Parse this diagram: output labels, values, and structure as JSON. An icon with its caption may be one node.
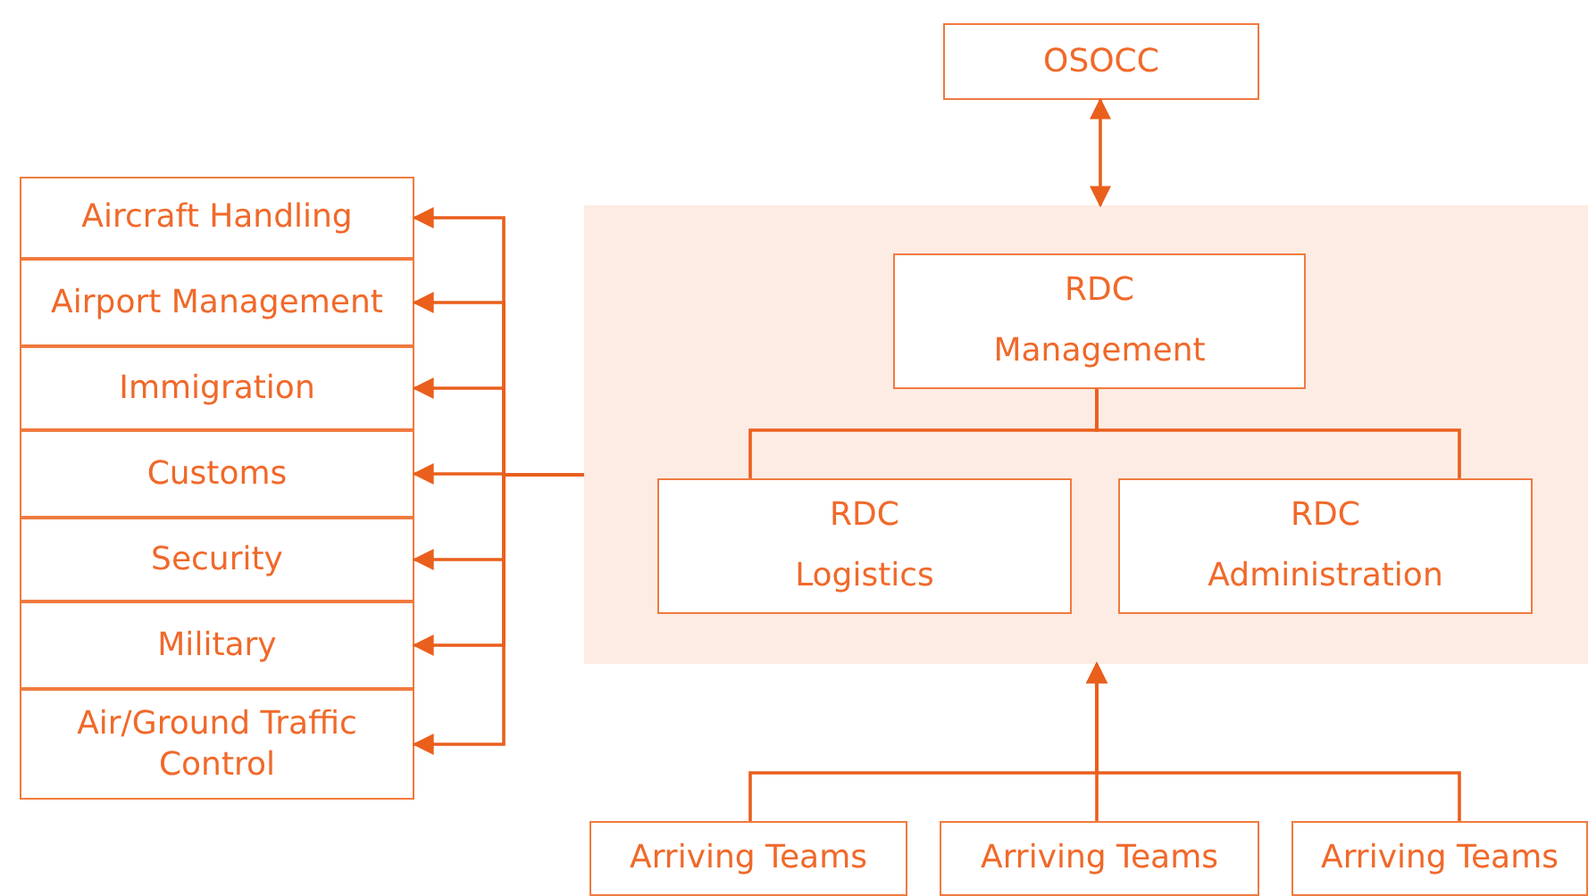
{
  "diagram": {
    "nodes": [
      {
        "text": [
          "OSOCC"
        ]
      },
      {
        "text": [],
        "shape": "box"
      },
      {
        "text": [
          "RDC Management"
        ],
        "in": 1
      },
      {
        "text": [
          "RDC Logistics"
        ],
        "in": 1
      },
      {
        "text": [
          "RDC Administration"
        ],
        "in": 1
      },
      {
        "text": [
          "Aircraft Handling"
        ]
      },
      {
        "text": [
          "Airport Management"
        ]
      },
      {
        "text": [
          "Immigration"
        ]
      },
      {
        "text": [
          "Customs"
        ]
      },
      {
        "text": [
          "Security"
        ]
      },
      {
        "text": [
          "Military"
        ]
      },
      {
        "text": [
          "Air/Ground Traffic Control"
        ]
      },
      {
        "text": [
          "Arriving Teams"
        ]
      },
      {
        "text": [
          "Arriving Teams"
        ]
      },
      {
        "text": [
          "Arriving Teams"
        ]
      }
    ],
    "edges": [
      {
        "from": 0,
        "to": 1,
        "arrow": "both"
      },
      {
        "from": 2,
        "to": 3,
        "arrow": "none"
      },
      {
        "from": 2,
        "to": 4,
        "arrow": "none"
      },
      {
        "from": 1,
        "to": 5,
        "arrow": "to"
      },
      {
        "from": 1,
        "to": 6,
        "arrow": "to"
      },
      {
        "from": 1,
        "to": 7,
        "arrow": "to"
      },
      {
        "from": 1,
        "to": 8,
        "arrow": "to"
      },
      {
        "from": 1,
        "to": 9,
        "arrow": "to"
      },
      {
        "from": 1,
        "to": 10,
        "arrow": "to"
      },
      {
        "from": 1,
        "to": 11,
        "arrow": "to"
      },
      {
        "from": 12,
        "to": 1,
        "arrow": "to"
      },
      {
        "from": 13,
        "to": 1,
        "arrow": "to"
      },
      {
        "from": 14,
        "to": 1,
        "arrow": "to"
      }
    ]
  }
}
